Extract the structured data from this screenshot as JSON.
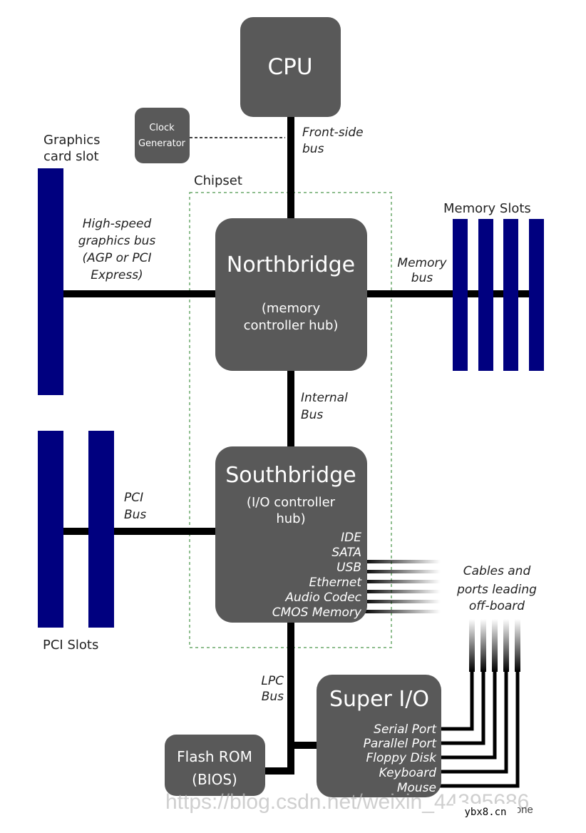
{
  "blocks": {
    "cpu": "CPU",
    "clock": [
      "Clock",
      "Generator"
    ],
    "northbridge": {
      "title": "Northbridge",
      "sub": [
        "(memory",
        "controller hub)"
      ]
    },
    "southbridge": {
      "title": "Southbridge",
      "sub": [
        "(I/O controller",
        "hub)"
      ],
      "ports": [
        "IDE",
        "SATA",
        "USB",
        "Ethernet",
        "Audio Codec",
        "CMOS Memory"
      ]
    },
    "superio": {
      "title": "Super I/O",
      "ports": [
        "Serial Port",
        "Parallel Port",
        "Floppy Disk",
        "Keyboard",
        "Mouse"
      ]
    },
    "flash": [
      "Flash ROM",
      "(BIOS)"
    ]
  },
  "labels": {
    "graphics_slot": [
      "Graphics",
      "card slot"
    ],
    "chipset": "Chipset",
    "memory_slots": "Memory Slots",
    "pci_slots": "PCI Slots",
    "fsb": [
      "Front-side",
      "bus"
    ],
    "graphics_bus": [
      "High-speed",
      "graphics bus",
      "(AGP or PCI",
      "Express)"
    ],
    "memory_bus": [
      "Memory",
      "bus"
    ],
    "internal_bus": [
      "Internal",
      "Bus"
    ],
    "pci_bus": [
      "PCI",
      "Bus"
    ],
    "lpc_bus": [
      "LPC",
      "Bus"
    ],
    "cables": [
      "Cables and",
      "ports leading",
      "off-board"
    ]
  },
  "watermarks": {
    "url": "https://blog.csdn.net/weixin_44395686",
    "site": "ybx8.cn",
    "brand": "TrustZone"
  },
  "colors": {
    "block": "#595959",
    "slot": "#00007f",
    "wire": "#000000",
    "chipset_border": "#6aa86a"
  }
}
